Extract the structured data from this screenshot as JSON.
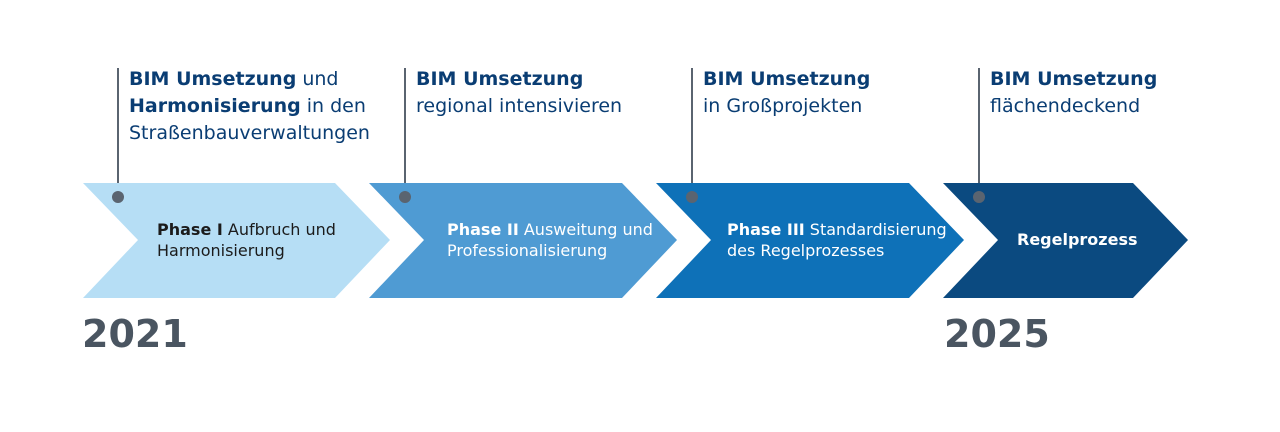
{
  "milestones": [
    {
      "line1_bold": "BIM Umsetzung",
      "line1_rest": " und",
      "line2_bold": "Harmonisierung",
      "line2_rest": " in den",
      "line3": "Straßenbauverwaltungen"
    },
    {
      "line1_bold": "BIM Umsetzung",
      "line2": "regional intensivieren"
    },
    {
      "line1_bold": "BIM Umsetzung",
      "line2": "in Großprojekten"
    },
    {
      "line1_bold": "BIM Umsetzung",
      "line2": "flächendeckend"
    }
  ],
  "phases": [
    {
      "bold": "Phase I",
      "rest1": " Aufbruch und",
      "line2": "Harmonisierung",
      "fill": "#b6def5",
      "text_color": "#1b1b1b"
    },
    {
      "bold": "Phase II",
      "rest1": " Ausweitung und",
      "line2": "Professionalisierung",
      "fill": "#4f9bd3",
      "text_color": "#ffffff"
    },
    {
      "bold": "Phase III",
      "rest1": " Standardisierung",
      "line2": "des Regelprozesses",
      "fill": "#0e71b8",
      "text_color": "#ffffff"
    },
    {
      "bold": "Regelprozess",
      "fill": "#0b4a80",
      "text_color": "#ffffff"
    }
  ],
  "years": {
    "start": "2021",
    "end": "2025"
  },
  "colors": {
    "connector": "#5a6470",
    "dot": "#5a6470"
  }
}
